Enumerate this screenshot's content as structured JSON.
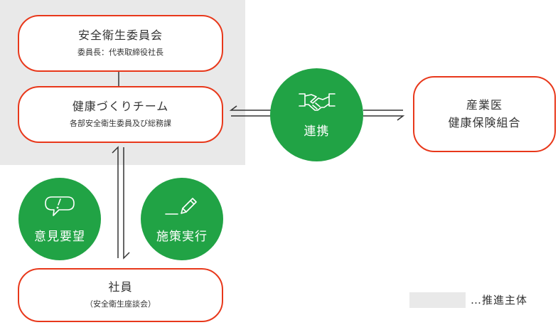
{
  "committee": {
    "title": "安全衛生委員会",
    "subtitle": "委員長：代表取締役社長"
  },
  "team": {
    "title": "健康づくりチーム",
    "subtitle": "各部安全衛生委員及び総務課"
  },
  "partners": {
    "line1": "産業医",
    "line2": "健康保険組合"
  },
  "employees": {
    "title": "社員",
    "subtitle": "（安全衛生座談会）"
  },
  "cooperation": {
    "label": "連携",
    "icon": "handshake-icon"
  },
  "opinions": {
    "label": "意見要望",
    "icon": "speech-bubble-icon"
  },
  "implementation": {
    "label": "施策実行",
    "icon": "pencil-icon"
  },
  "legend": {
    "label": "…推進主体"
  },
  "colors": {
    "box_border": "#e8381b",
    "circle_fill": "#21a345",
    "promoter_area": "#e9e9e9",
    "text": "#333333",
    "line": "#333333"
  }
}
